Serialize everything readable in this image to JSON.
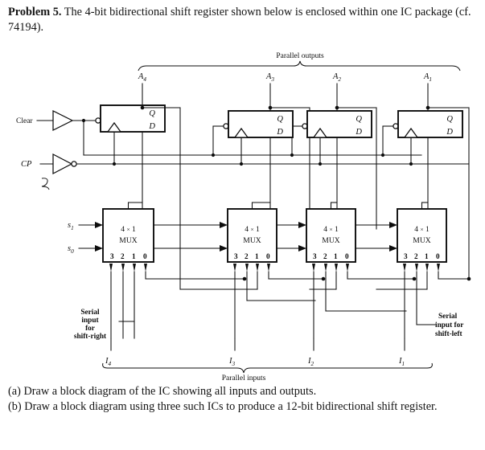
{
  "problem": {
    "label": "Problem 5.",
    "text": "The 4-bit bidirectional shift register shown below is enclosed within one IC package (cf. 74194)."
  },
  "questions": {
    "a": "(a) Draw a block diagram of the IC showing all inputs and outputs.",
    "b": "(b) Draw a block diagram using three such ICs to produce a 12-bit bidirectional shift register."
  },
  "diagram": {
    "title_top": "Parallel outputs",
    "title_bottom": "Parallel inputs",
    "outputs": [
      "A",
      "4",
      "A",
      "3",
      "A",
      "2",
      "A",
      "1"
    ],
    "output_labels": [
      {
        "base": "A",
        "sub": "4"
      },
      {
        "base": "A",
        "sub": "3"
      },
      {
        "base": "A",
        "sub": "2"
      },
      {
        "base": "A",
        "sub": "1"
      }
    ],
    "input_labels": [
      {
        "base": "I",
        "sub": "4"
      },
      {
        "base": "I",
        "sub": "3"
      },
      {
        "base": "I",
        "sub": "2"
      },
      {
        "base": "I",
        "sub": "1"
      }
    ],
    "control_inputs": [
      {
        "name": "Clear",
        "base": "Clear",
        "sub": ""
      },
      {
        "name": "CP",
        "base": "CP",
        "sub": ""
      }
    ],
    "clear_label": "Clear",
    "cp_label": "CP",
    "select_labels": [
      {
        "base": "s",
        "sub": "1"
      },
      {
        "base": "s",
        "sub": "0"
      }
    ],
    "flipflop": {
      "q_label": "Q",
      "d_label": "D"
    },
    "mux": {
      "line1_left": "4",
      "line1_mid": "×",
      "line1_right": "1",
      "line2": "MUX",
      "pins": [
        "3",
        "2",
        "1",
        "0"
      ]
    },
    "serial_right": {
      "l1": "Serial",
      "l2": "input",
      "l3": "for",
      "l4": "shift-right"
    },
    "serial_left": {
      "l1": "Serial",
      "l2": "input for",
      "l3": "shift-left"
    },
    "colors": {
      "ink": "#0d0d0d",
      "paper": "#ffffff"
    }
  }
}
